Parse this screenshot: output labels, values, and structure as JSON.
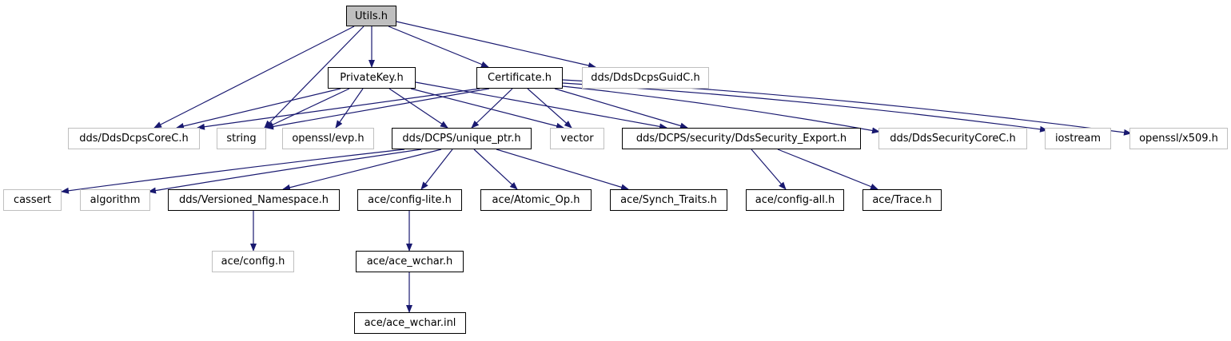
{
  "colors": {
    "edge": "#191970",
    "doc_border": "#000000",
    "external_border": "#bfbfbf",
    "root_fill": "#bfbfbf"
  },
  "nodes": [
    {
      "id": "utils",
      "label": "Utils.h",
      "kind": "root"
    },
    {
      "id": "privatekey",
      "label": "PrivateKey.h",
      "kind": "doc"
    },
    {
      "id": "certificate",
      "label": "Certificate.h",
      "kind": "doc"
    },
    {
      "id": "ddsdcpsguidc",
      "label": "dds/DdsDcpsGuidC.h",
      "kind": "external"
    },
    {
      "id": "ddsdcpscorec",
      "label": "dds/DdsDcpsCoreC.h",
      "kind": "external"
    },
    {
      "id": "string",
      "label": "string",
      "kind": "external"
    },
    {
      "id": "opensslevp",
      "label": "openssl/evp.h",
      "kind": "external"
    },
    {
      "id": "uniqueptr",
      "label": "dds/DCPS/unique_ptr.h",
      "kind": "doc"
    },
    {
      "id": "vector",
      "label": "vector",
      "kind": "external"
    },
    {
      "id": "secexport",
      "label": "dds/DCPS/security/DdsSecurity_Export.h",
      "kind": "doc"
    },
    {
      "id": "ddsseccorec",
      "label": "dds/DdsSecurityCoreC.h",
      "kind": "external"
    },
    {
      "id": "iostream",
      "label": "iostream",
      "kind": "external"
    },
    {
      "id": "opensslx509",
      "label": "openssl/x509.h",
      "kind": "external"
    },
    {
      "id": "cassert",
      "label": "cassert",
      "kind": "external"
    },
    {
      "id": "algorithm",
      "label": "algorithm",
      "kind": "external"
    },
    {
      "id": "versioned",
      "label": "dds/Versioned_Namespace.h",
      "kind": "doc"
    },
    {
      "id": "configlite",
      "label": "ace/config-lite.h",
      "kind": "doc"
    },
    {
      "id": "atomicop",
      "label": "ace/Atomic_Op.h",
      "kind": "doc"
    },
    {
      "id": "synchtraits",
      "label": "ace/Synch_Traits.h",
      "kind": "doc"
    },
    {
      "id": "configall",
      "label": "ace/config-all.h",
      "kind": "doc"
    },
    {
      "id": "trace",
      "label": "ace/Trace.h",
      "kind": "doc"
    },
    {
      "id": "config",
      "label": "ace/config.h",
      "kind": "external"
    },
    {
      "id": "acewchar",
      "label": "ace/ace_wchar.h",
      "kind": "doc"
    },
    {
      "id": "acewcharinl",
      "label": "ace/ace_wchar.inl",
      "kind": "doc"
    }
  ],
  "edges": [
    [
      "utils",
      "privatekey"
    ],
    [
      "utils",
      "certificate"
    ],
    [
      "utils",
      "ddsdcpsguidc"
    ],
    [
      "utils",
      "ddsdcpscorec"
    ],
    [
      "utils",
      "string"
    ],
    [
      "privatekey",
      "ddsdcpscorec"
    ],
    [
      "privatekey",
      "string"
    ],
    [
      "privatekey",
      "opensslevp"
    ],
    [
      "privatekey",
      "uniqueptr"
    ],
    [
      "privatekey",
      "vector"
    ],
    [
      "privatekey",
      "secexport"
    ],
    [
      "certificate",
      "ddsdcpscorec"
    ],
    [
      "certificate",
      "string"
    ],
    [
      "certificate",
      "uniqueptr"
    ],
    [
      "certificate",
      "vector"
    ],
    [
      "certificate",
      "secexport"
    ],
    [
      "certificate",
      "ddsseccorec"
    ],
    [
      "certificate",
      "iostream"
    ],
    [
      "certificate",
      "opensslx509"
    ],
    [
      "uniqueptr",
      "cassert"
    ],
    [
      "uniqueptr",
      "algorithm"
    ],
    [
      "uniqueptr",
      "versioned"
    ],
    [
      "uniqueptr",
      "configlite"
    ],
    [
      "uniqueptr",
      "atomicop"
    ],
    [
      "uniqueptr",
      "synchtraits"
    ],
    [
      "secexport",
      "configall"
    ],
    [
      "secexport",
      "trace"
    ],
    [
      "versioned",
      "config"
    ],
    [
      "configlite",
      "acewchar"
    ],
    [
      "acewchar",
      "acewcharinl"
    ]
  ]
}
